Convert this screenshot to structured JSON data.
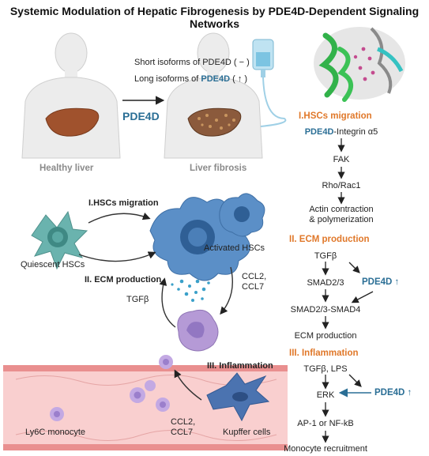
{
  "title": "Systemic Modulation of Hepatic Fibrogenesis by PDE4D-Dependent Signaling Networks",
  "top_panel": {
    "short_isoforms": "Short isoforms of PDE4D ( − )",
    "long_isoforms_prefix": "Long isoforms of ",
    "long_isoforms_gene": "PDE4D",
    "long_isoforms_suffix": " ( ↑ )",
    "center_gene": "PDE4D",
    "healthy_label": "Healthy liver",
    "fibrosis_label": "Liver fibrosis"
  },
  "mechanism_panel": {
    "hsc_migration": "I.HSCs migration",
    "quiescent": "Quiescent HSCs",
    "activated": "Activated HSCs",
    "ecm_production": "II. ECM production",
    "tgfb": "TGFβ",
    "ccl_upper_1": "CCL2,",
    "ccl_upper_2": "CCL7",
    "inflammation": "III. Inflammation",
    "ccl_lower_1": "CCL2,",
    "ccl_lower_2": "CCL7",
    "monocyte": "Ly6C monocyte",
    "kupffer": "Kupffer cells"
  },
  "pathways": {
    "section1": {
      "heading": "I.HSCs migration",
      "step1_gene": "PDE4D",
      "step1_rest": "-Integrin α5",
      "step2": "FAK",
      "step3": "Rho/Rac1",
      "step4_line1": "Actin contraction",
      "step4_line2": "& polymerization"
    },
    "section2": {
      "heading": "II. ECM production",
      "step1": "TGFβ",
      "step2": "SMAD2/3",
      "side_gene": "PDE4D ↑",
      "step3": "SMAD2/3-SMAD4",
      "step4": "ECM production"
    },
    "section3": {
      "heading": "III. Inflammation",
      "step1": "TGFβ, LPS",
      "step2": "ERK",
      "side_gene": "PDE4D ↑",
      "step3": "AP-1 or NF-kB",
      "step4": "Monocyte recruitment"
    }
  },
  "colors": {
    "gene_blue": "#2a6e95",
    "heading_orange": "#e0782a",
    "hsc_blue": "#5b8fc7",
    "quiescent_teal": "#6ab3ae",
    "macrophage_purple": "#b59ad6",
    "vessel_pink": "#f3b6b6",
    "liver_healthy": "#a0522d",
    "liver_fibrotic": "#8b5a3c"
  }
}
